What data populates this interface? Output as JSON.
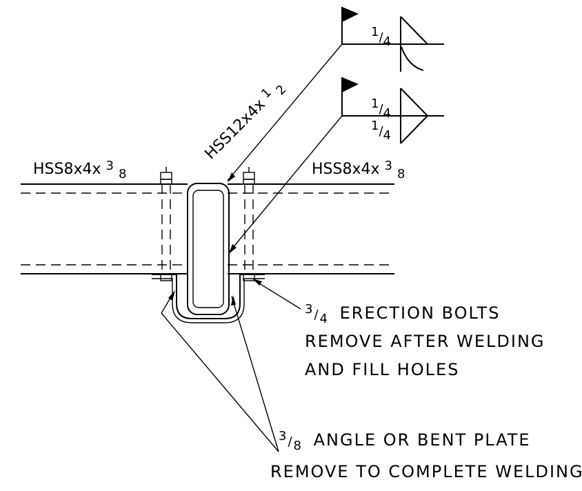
{
  "beam_left": {
    "label": "HSS8x4x",
    "frac_num": "3",
    "frac_den": "8"
  },
  "beam_right": {
    "label": "HSS8x4x",
    "frac_num": "3",
    "frac_den": "8"
  },
  "column": {
    "label": "HSS12x4x",
    "frac_num": "1",
    "frac_den": "2"
  },
  "weld_upper": {
    "size": "1/4",
    "size_num": "1",
    "size_den": "4"
  },
  "weld_lower": {
    "size_top_num": "1",
    "size_top_den": "4",
    "size_bot_num": "1",
    "size_bot_den": "4"
  },
  "bolt_note": {
    "frac_num": "3",
    "frac_den": "4",
    "line1": "ERECTION BOLTS",
    "line2": "REMOVE AFTER WELDING",
    "line3": "AND FILL HOLES"
  },
  "angle_note": {
    "frac_num": "3",
    "frac_den": "8",
    "line1": "ANGLE OR BENT PLATE",
    "line2": "REMOVE TO COMPLETE WELDING"
  }
}
